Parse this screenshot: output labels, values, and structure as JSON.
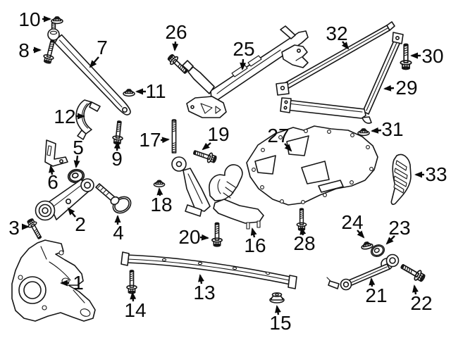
{
  "diagram": {
    "kind": "exploded-parts-diagram",
    "background_color": "#ffffff",
    "line_color": "#151515",
    "callout_count": "33"
  },
  "callouts": [
    {
      "number": "1",
      "part": "steering-knuckle"
    },
    {
      "number": "2",
      "part": "control-arm"
    },
    {
      "number": "3",
      "part": "bolt"
    },
    {
      "number": "4",
      "part": "bolt-with-washer"
    },
    {
      "number": "5",
      "part": "washer-grommet"
    },
    {
      "number": "6",
      "part": "mount-bracket"
    },
    {
      "number": "7",
      "part": "strut-rod"
    },
    {
      "number": "8",
      "part": "bolt"
    },
    {
      "number": "9",
      "part": "bolt"
    },
    {
      "number": "10",
      "part": "flange-nut"
    },
    {
      "number": "11",
      "part": "flange-nut"
    },
    {
      "number": "12",
      "part": "curved-bracket"
    },
    {
      "number": "13",
      "part": "crossmember-rail"
    },
    {
      "number": "14",
      "part": "bolt"
    },
    {
      "number": "15",
      "part": "grommet-nut"
    },
    {
      "number": "16",
      "part": "support-bracket"
    },
    {
      "number": "17",
      "part": "stud"
    },
    {
      "number": "18",
      "part": "flange-nut"
    },
    {
      "number": "19",
      "part": "bolt"
    },
    {
      "number": "20",
      "part": "bolt"
    },
    {
      "number": "21",
      "part": "link-rod"
    },
    {
      "number": "22",
      "part": "bolt"
    },
    {
      "number": "23",
      "part": "washer"
    },
    {
      "number": "24",
      "part": "flange-nut"
    },
    {
      "number": "25",
      "part": "cross-brace"
    },
    {
      "number": "26",
      "part": "bolt"
    },
    {
      "number": "27",
      "part": "skid-plate"
    },
    {
      "number": "28",
      "part": "bolt"
    },
    {
      "number": "29",
      "part": "v-brace"
    },
    {
      "number": "30",
      "part": "bolt"
    },
    {
      "number": "31",
      "part": "flange-nut"
    },
    {
      "number": "32",
      "part": "support-bar"
    },
    {
      "number": "33",
      "part": "air-deflector"
    }
  ]
}
